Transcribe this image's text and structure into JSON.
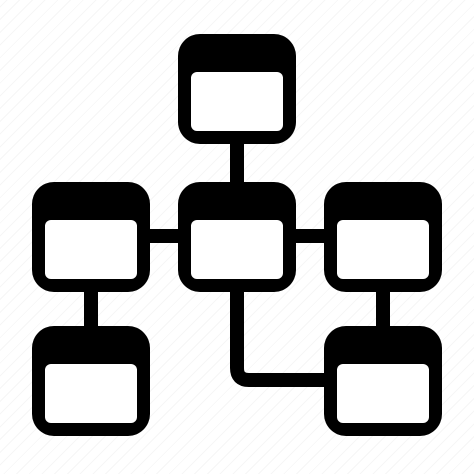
{
  "icon": {
    "name": "hierarchy-flowchart-icon",
    "foreground_color": "#000000",
    "inner_color": "#ffffff",
    "background_pattern": "light-diagonal-stripes"
  },
  "nodes": [
    {
      "id": "top"
    },
    {
      "id": "middle-left"
    },
    {
      "id": "middle-center"
    },
    {
      "id": "middle-right"
    },
    {
      "id": "bottom-left"
    },
    {
      "id": "bottom-right"
    }
  ],
  "connections": [
    {
      "from": "top",
      "to": "middle-center"
    },
    {
      "from": "middle-left",
      "to": "middle-center"
    },
    {
      "from": "middle-center",
      "to": "middle-right"
    },
    {
      "from": "middle-left",
      "to": "bottom-left"
    },
    {
      "from": "middle-right",
      "to": "bottom-right"
    },
    {
      "from": "middle-center",
      "to": "bottom-right"
    }
  ]
}
